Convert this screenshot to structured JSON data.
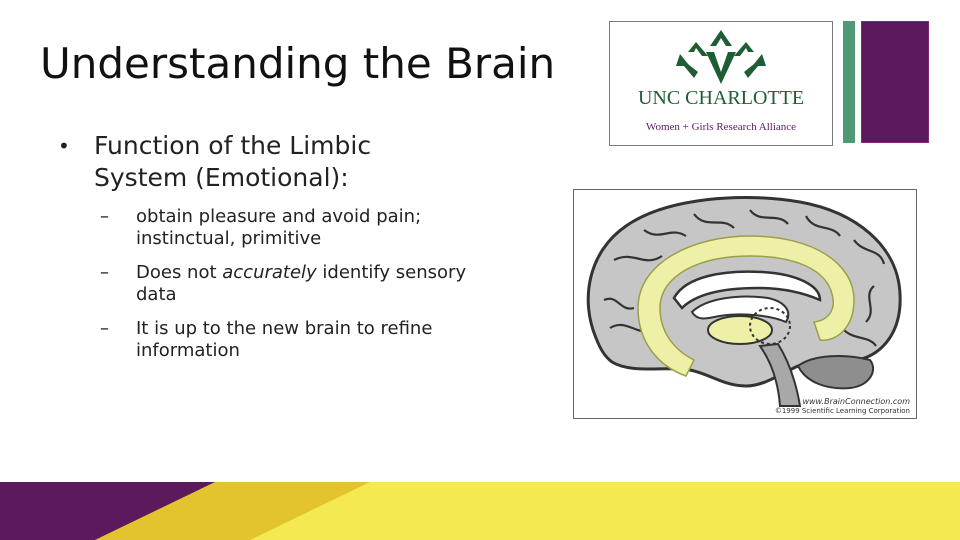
{
  "slide": {
    "title": "Understanding the Brain",
    "bullets": [
      {
        "text": "Function of the Limbic System (Emotional):",
        "subs": [
          {
            "parts": [
              "obtain pleasure and avoid pain; instinctual, primitive"
            ]
          },
          {
            "parts": [
              "Does not ",
              "accurately",
              " identify sensory data"
            ]
          },
          {
            "parts": [
              "It is up to the new brain to refine information"
            ]
          }
        ]
      }
    ]
  },
  "logo": {
    "name": "UNC CHARLOTTE",
    "subtitle": "Women + Girls Research Alliance",
    "colors": {
      "green": "#1f5e35",
      "purple": "#5c1a5c"
    }
  },
  "brain_image": {
    "credit_url": "www.BrainConnection.com",
    "credit_copyright": "©1999 Scientific Learning Corporation",
    "colors": {
      "cortex": "#c6c6c6",
      "limbic": "#eef0a8"
    }
  },
  "decor": {
    "accent_colors": [
      "#4f9a76",
      "#5c1a5c",
      "#f5e951",
      "#e3c42e"
    ]
  }
}
